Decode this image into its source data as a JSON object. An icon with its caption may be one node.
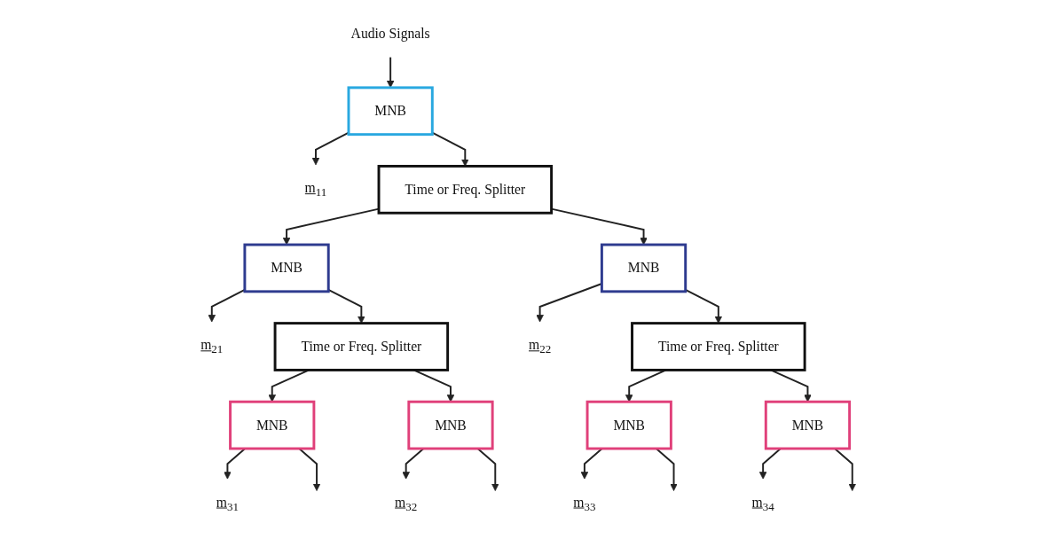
{
  "diagram": {
    "nodes": [
      {
        "text": [
          "Audio Signals"
        ]
      },
      {
        "text": [
          "MNB"
        ]
      },
      {
        "text": [
          "m$_{11}$"
        ]
      },
      {
        "text": [
          "Time or Freq. Splitter"
        ]
      },
      {
        "text": [
          "MNB"
        ]
      },
      {
        "text": [
          "m$_{21}$"
        ]
      },
      {
        "text": [
          "MNB"
        ]
      },
      {
        "text": [
          "m$_{22}$"
        ]
      },
      {
        "text": [
          "Time or Freq. Splitter"
        ]
      },
      {
        "text": [
          "Time or Freq. Splitter"
        ]
      },
      {
        "text": [
          "MNB"
        ]
      },
      {
        "text": [
          "m$_{31}$"
        ]
      },
      {
        "text": [
          "MNB"
        ]
      },
      {
        "text": [
          "m$_{32}$"
        ]
      },
      {
        "text": [
          "MNB"
        ]
      },
      {
        "text": [
          "m$_{33}$"
        ]
      },
      {
        "text": [
          "MNB"
        ]
      },
      {
        "text": [
          "m$_{34}$"
        ]
      }
    ],
    "edges": [
      {
        "from": 0,
        "to": 1,
        "arrow": "to"
      },
      {
        "from": 1,
        "to": 2,
        "arrow": "to"
      },
      {
        "from": 1,
        "to": 3,
        "arrow": "to"
      },
      {
        "from": 3,
        "to": 4,
        "arrow": "to"
      },
      {
        "from": 3,
        "to": 6,
        "arrow": "to"
      },
      {
        "from": 4,
        "to": 5,
        "arrow": "to"
      },
      {
        "from": 4,
        "to": 8,
        "arrow": "to"
      },
      {
        "from": 6,
        "to": 7,
        "arrow": "to"
      },
      {
        "from": 6,
        "to": 9,
        "arrow": "to"
      },
      {
        "from": 8,
        "to": 10,
        "arrow": "to"
      },
      {
        "from": 8,
        "to": 12,
        "arrow": "to"
      },
      {
        "from": 10,
        "to": 11,
        "arrow": "to"
      },
      {
        "from": 12,
        "to": 13,
        "arrow": "to"
      },
      {
        "from": 9,
        "to": 14,
        "arrow": "to"
      },
      {
        "from": 9,
        "to": 16,
        "arrow": "to"
      },
      {
        "from": 14,
        "to": 15,
        "arrow": "to"
      },
      {
        "from": 16,
        "to": 17,
        "arrow": "to"
      },
      {
        "from": 10,
        "to": null,
        "arrow": "to"
      },
      {
        "from": 12,
        "to": null,
        "arrow": "to"
      },
      {
        "from": 14,
        "to": null,
        "arrow": "to"
      },
      {
        "from": 16,
        "to": null,
        "arrow": "to"
      }
    ]
  }
}
